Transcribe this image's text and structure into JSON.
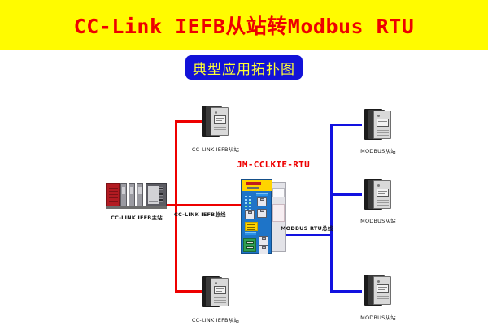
{
  "title": {
    "text": "CC-Link IEFB从站转Modbus RTU",
    "banner_color": "#fffb00",
    "text_color": "#ee0000"
  },
  "subtitle": {
    "text": "典型应用拓扑图",
    "box_color": "#1212d8",
    "text_color": "#ffff33"
  },
  "diagram": {
    "gateway": {
      "label": "JM-CCLKIE-RTU",
      "label_color": "#ee0000"
    },
    "master": {
      "label": "CC-LINK IEFB主站"
    },
    "left_bus": {
      "label": "CC-LINK IEFB总线",
      "color": "#ee0000"
    },
    "right_bus": {
      "label": "MODBUS RTU总线",
      "color": "#1212e0"
    },
    "left_slaves": [
      {
        "label": "CC-LINK IEFB从站"
      },
      {
        "label": "CC-LINK IEFB从站"
      }
    ],
    "right_slaves": [
      {
        "label": "MODBUS从站"
      },
      {
        "label": "MODBUS从站"
      },
      {
        "label": "MODBUS从站"
      }
    ]
  }
}
